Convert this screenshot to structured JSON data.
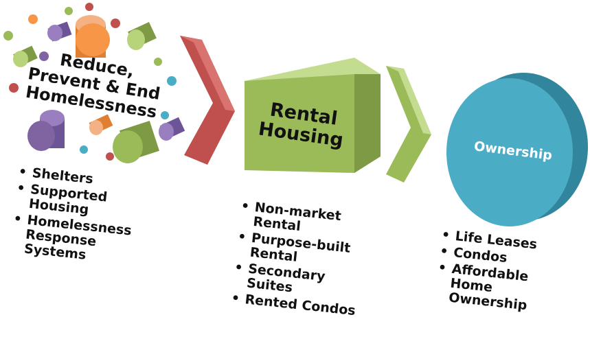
{
  "stages": [
    {
      "heading": "Reduce,\nPrevent & End\nHomelessness",
      "items": [
        "Shelters",
        "Supported\nHousing",
        "Homelessness\nResponse\nSystems"
      ],
      "color": "#ef9a3a"
    },
    {
      "heading": "Rental\nHousing",
      "items": [
        "Non-market\nRental",
        "Purpose-built\nRental",
        "Secondary\nSuites",
        "Rented Condos"
      ],
      "color": "#8cc63f"
    },
    {
      "heading": "Ownership",
      "items": [
        "Life Leases",
        "Condos",
        "Affordable\nHome\nOwnership"
      ],
      "color": "#4bacc6"
    }
  ],
  "colors": {
    "arrow1": "#c0504d",
    "arrow2": "#8cc63f",
    "orange": "#f79646",
    "purple": "#8064a2",
    "green": "#9bbb59",
    "blue": "#4bacc6",
    "red": "#c0504d"
  }
}
